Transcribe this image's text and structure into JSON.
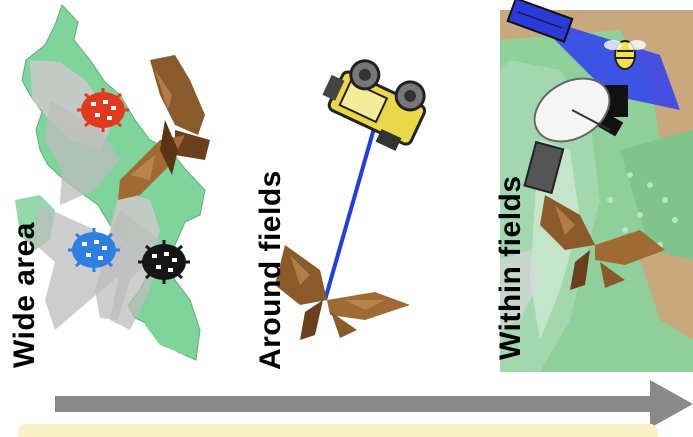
{
  "labels": {
    "wide_area": "Wide area",
    "around_fields": "Around fields",
    "within_fields": "Within fields"
  },
  "icons": {
    "moth": "moth-icon",
    "virus": "virus-particle-icon",
    "sensor": "camera-trap-icon",
    "satellite": "satellite-icon",
    "map": "island-map"
  },
  "colors": {
    "map_green": "#7fd49b",
    "map_grey": "#c9c9c9",
    "virus_red": "#e23a1e",
    "virus_blue": "#2f7fe0",
    "virus_black": "#151515",
    "beam_blue": "#1f3fe0",
    "arrow_grey": "#8a8a8a",
    "footer_yellow": "#fbf1c8"
  }
}
